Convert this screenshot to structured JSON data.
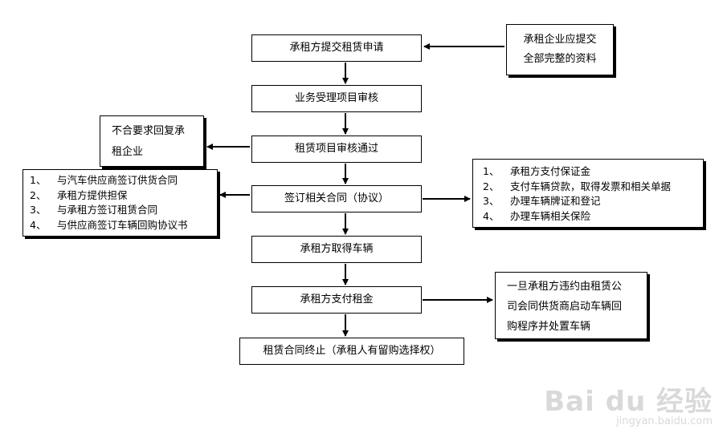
{
  "main_flow": [
    "承租方提交租赁申请",
    "业务受理项目审核",
    "租赁项目审核通过",
    "签订相关合同（协议）",
    "承租方取得车辆",
    "承租方支付租金",
    "租赁合同终止（承租人有留购选择权）"
  ],
  "side_boxes": {
    "required_docs": [
      "承租企业应提交",
      "全部完整的资料"
    ],
    "reject_reply": [
      "不合要求回复承",
      "租企业"
    ],
    "contracts": [
      {
        "num": "1、",
        "text": "与汽车供应商签订供货合同"
      },
      {
        "num": "2、",
        "text": "承租方提供担保"
      },
      {
        "num": "3、",
        "text": "与承租方签订租赁合同"
      },
      {
        "num": "4、",
        "text": "与供应商签订车辆回购协议书"
      }
    ],
    "lessee_tasks": [
      {
        "num": "1、",
        "text": "承租方支付保证金"
      },
      {
        "num": "2、",
        "text": "支付车辆贷款，取得发票和相关单据"
      },
      {
        "num": "3、",
        "text": "办理车辆牌证和登记"
      },
      {
        "num": "4、",
        "text": "办理车辆相关保险"
      }
    ],
    "default_handling": [
      "一旦承租方违约由租赁公",
      "司会同供货商启动车辆回",
      "购程序并处置车辆"
    ]
  },
  "watermark": {
    "logo": "Bai du 经验",
    "url": "jingyan.baidu.com"
  }
}
